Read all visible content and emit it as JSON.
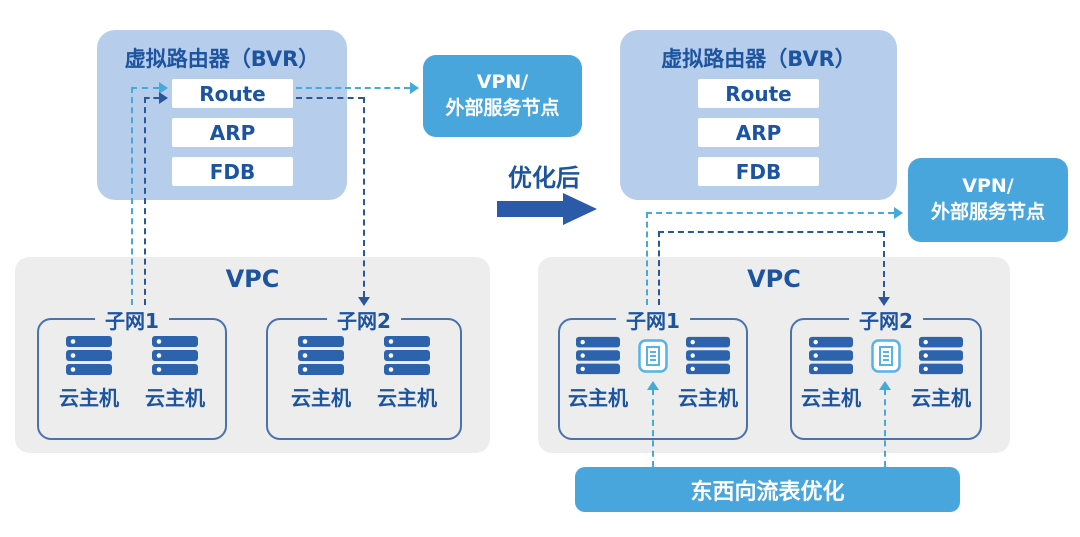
{
  "colors": {
    "bvr-fill": "#b6cdec",
    "navy-text": "#1d54a0",
    "vpn-fill": "#49a6dc",
    "vpc-fill": "#ededee",
    "subnet-border": "#4a72ae",
    "server-icon": "#2d63ad",
    "flow-icon": "#55b4e4",
    "cyan-dash": "#45a9d9",
    "navy-dash": "#2a5799",
    "big-arrow": "#2a5aa8",
    "table-fill": "#ffffff"
  },
  "icons": {
    "server": "server-icon",
    "flow_table": "flow-table-icon"
  },
  "before": {
    "bvr": {
      "title": "虚拟路由器（BVR）",
      "tables": [
        "Route",
        "ARP",
        "FDB"
      ]
    },
    "vpn": {
      "line1": "VPN/",
      "line2": "外部服务节点"
    },
    "vpc": {
      "label": "VPC",
      "subnets": [
        {
          "label": "子网1",
          "hosts": [
            "云主机",
            "云主机"
          ]
        },
        {
          "label": "子网2",
          "hosts": [
            "云主机",
            "云主机"
          ]
        }
      ]
    }
  },
  "transition": {
    "label": "优化后"
  },
  "after": {
    "bvr": {
      "title": "虚拟路由器（BVR）",
      "tables": [
        "Route",
        "ARP",
        "FDB"
      ]
    },
    "vpn": {
      "line1": "VPN/",
      "line2": "外部服务节点"
    },
    "vpc": {
      "label": "VPC",
      "subnets": [
        {
          "label": "子网1",
          "hosts": [
            "云主机",
            "云主机"
          ]
        },
        {
          "label": "子网2",
          "hosts": [
            "云主机",
            "云主机"
          ]
        }
      ]
    },
    "flow_box": {
      "label": "东西向流表优化"
    }
  }
}
